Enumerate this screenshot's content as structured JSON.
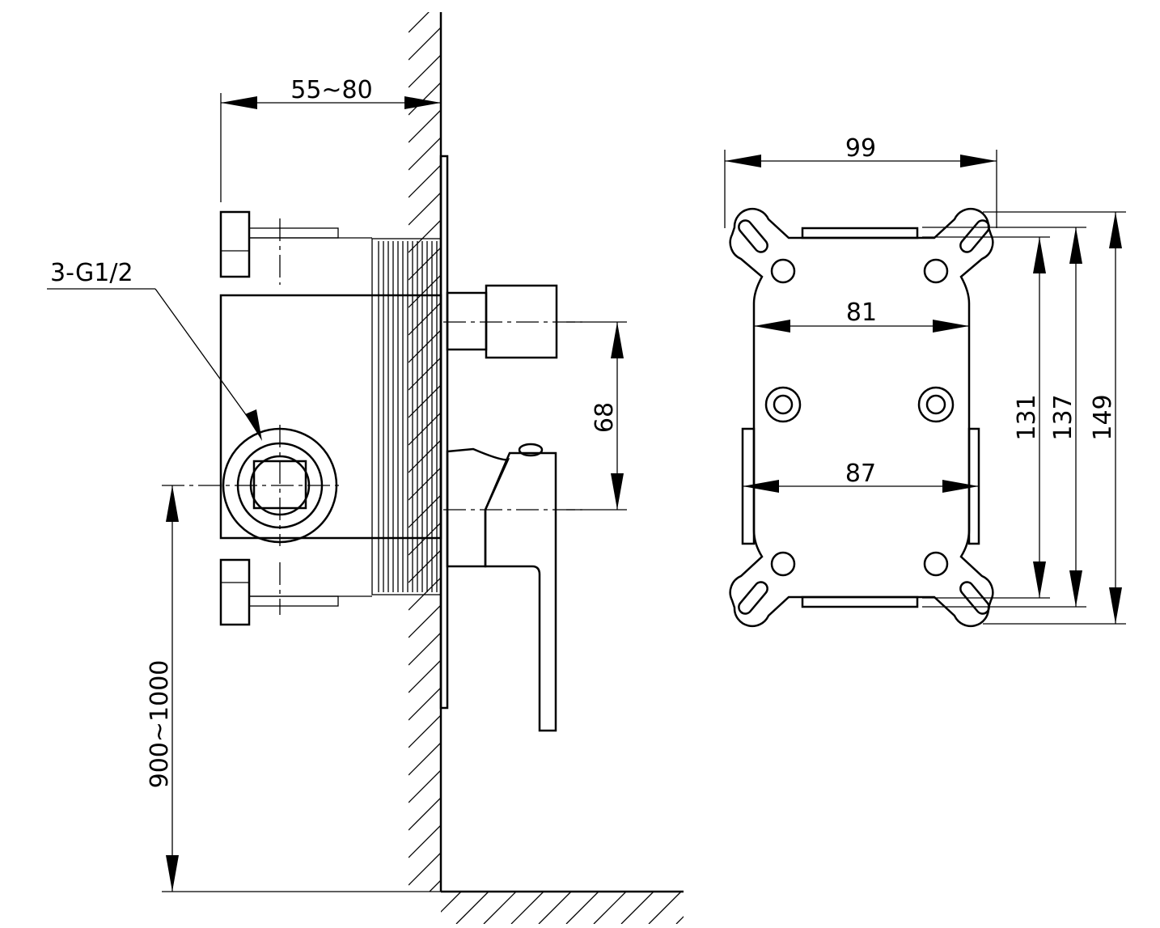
{
  "side_view": {
    "install_depth": "55~80",
    "connections": "3-G1/2",
    "outlet_spacing": "68",
    "mounting_height": "900~1000"
  },
  "front_view": {
    "overall_width": "99",
    "hole_spacing_upper": "81",
    "hole_spacing_lower": "87",
    "height_inner": "131",
    "height_mid": "137",
    "height_overall": "149"
  }
}
